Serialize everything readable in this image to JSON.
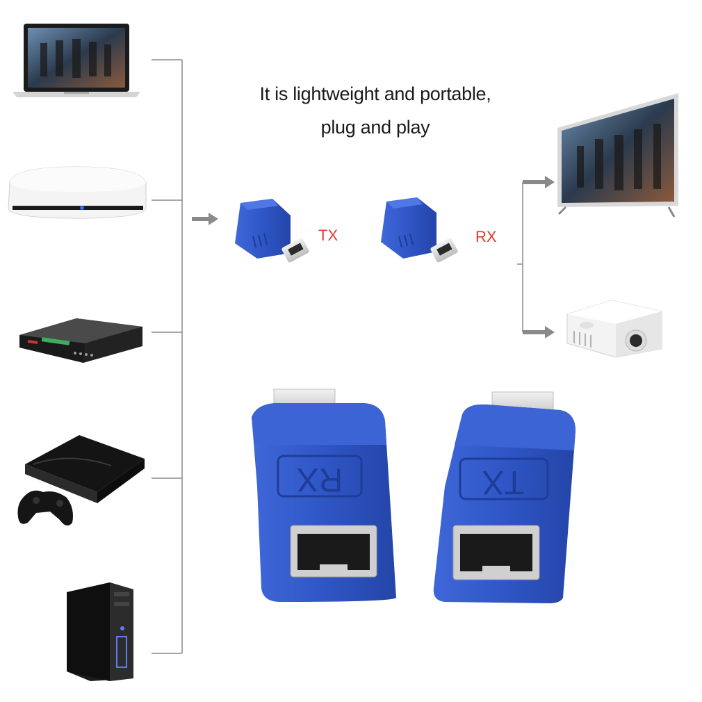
{
  "headline": {
    "line1": "It is lightweight and portable,",
    "line2": "plug and play"
  },
  "adapters": {
    "tx_label": "TX",
    "rx_label": "RX",
    "emboss_left": "RX",
    "emboss_right": "TX"
  },
  "sources": [
    "laptop-icon",
    "media-box-icon",
    "dvd-player-icon",
    "game-console-icon",
    "desktop-pc-icon"
  ],
  "displays": [
    "tv-icon",
    "projector-icon"
  ],
  "colors": {
    "adapter_blue": "#2f56c6",
    "label_red": "#e23a2e",
    "line_gray": "#8a8a8a"
  }
}
